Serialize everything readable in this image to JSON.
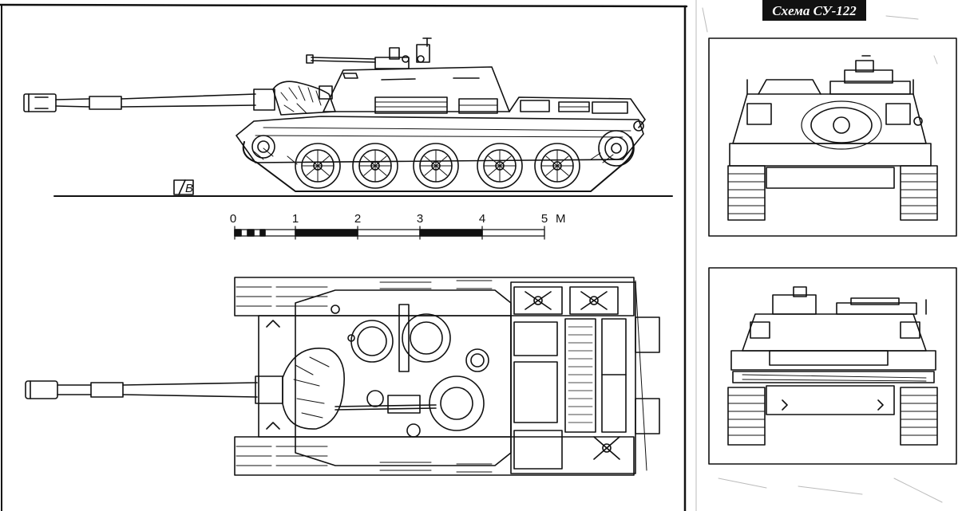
{
  "title": "Схема СУ-122",
  "designer_mark": "В",
  "scale_bar": {
    "labels": [
      "0",
      "1",
      "2",
      "3",
      "4",
      "5"
    ],
    "unit": "М"
  },
  "views": [
    "side-view",
    "top-view",
    "front-view",
    "rear-view"
  ]
}
